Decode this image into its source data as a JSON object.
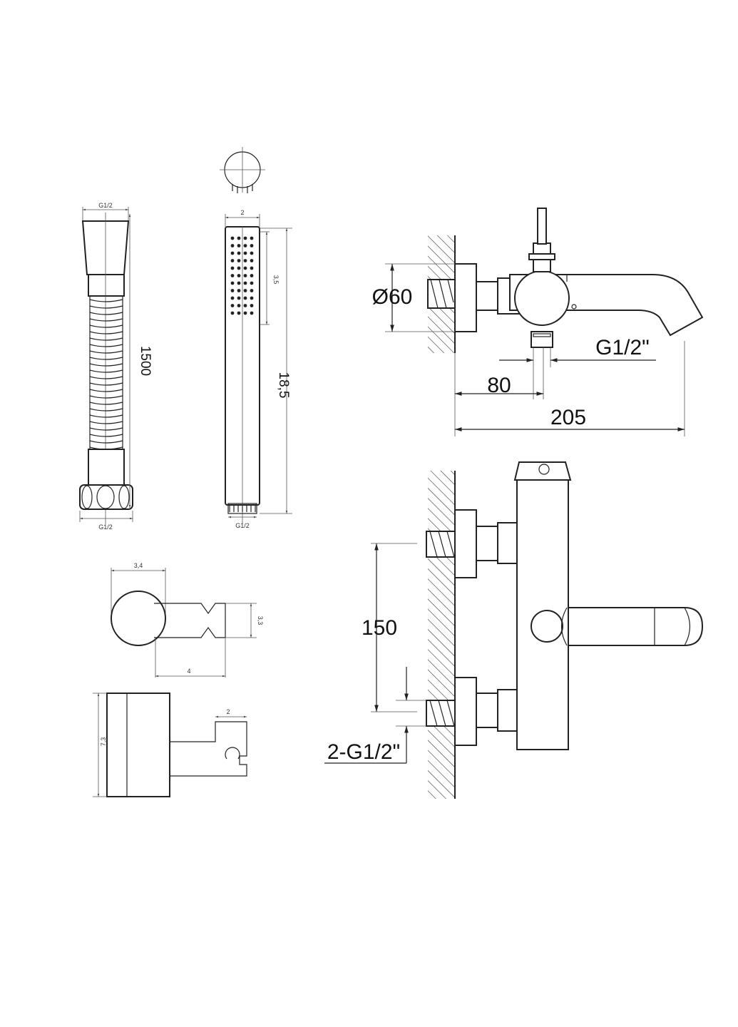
{
  "hose": {
    "top_thread": "G1/2",
    "length": "1500",
    "bottom_thread": "G1/2"
  },
  "hand_shower": {
    "width": "2",
    "nozzle_length": "3,5",
    "length": "18,5",
    "thread": "G1/2"
  },
  "holder_top_view": {
    "diameter": "3,4",
    "height": "3,3",
    "depth": "4"
  },
  "holder_side_view": {
    "height": "7,3",
    "width": "2"
  },
  "mixer_side_view": {
    "rosette_diameter": "Ø60",
    "outlet_thread": "G1/2\"",
    "outlet_distance": "80",
    "spout_projection": "205"
  },
  "mixer_front_view": {
    "inlet_spacing": "150",
    "inlet_threads": "2-G1/2\""
  },
  "colors": {
    "line": "#222222",
    "background": "#ffffff"
  }
}
